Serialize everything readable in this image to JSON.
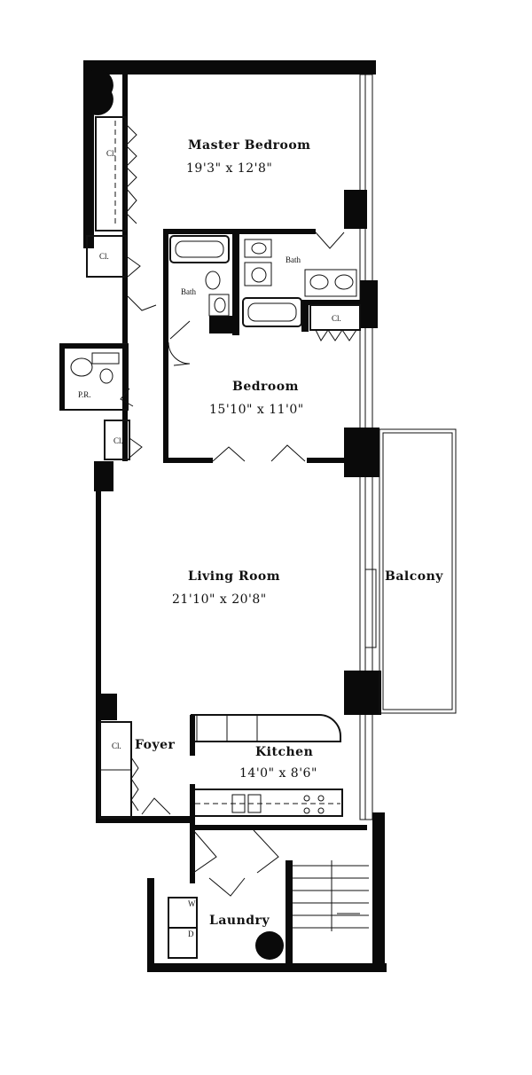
{
  "rooms": {
    "master_bedroom": {
      "name": "Master Bedroom",
      "dims": "19'3\" x 12'8\""
    },
    "bedroom": {
      "name": "Bedroom",
      "dims": "15'10\" x 11'0\""
    },
    "living_room": {
      "name": "Living Room",
      "dims": "21'10\" x 20'8\""
    },
    "kitchen": {
      "name": "Kitchen",
      "dims": "14'0\" x 8'6\""
    },
    "balcony": {
      "name": "Balcony"
    },
    "foyer": {
      "name": "Foyer"
    },
    "laundry": {
      "name": "Laundry"
    }
  },
  "labels": {
    "closet": "Cl.",
    "bath": "Bath",
    "powder_room": "P.R.",
    "laundry_w": "W",
    "laundry_d": "D"
  }
}
